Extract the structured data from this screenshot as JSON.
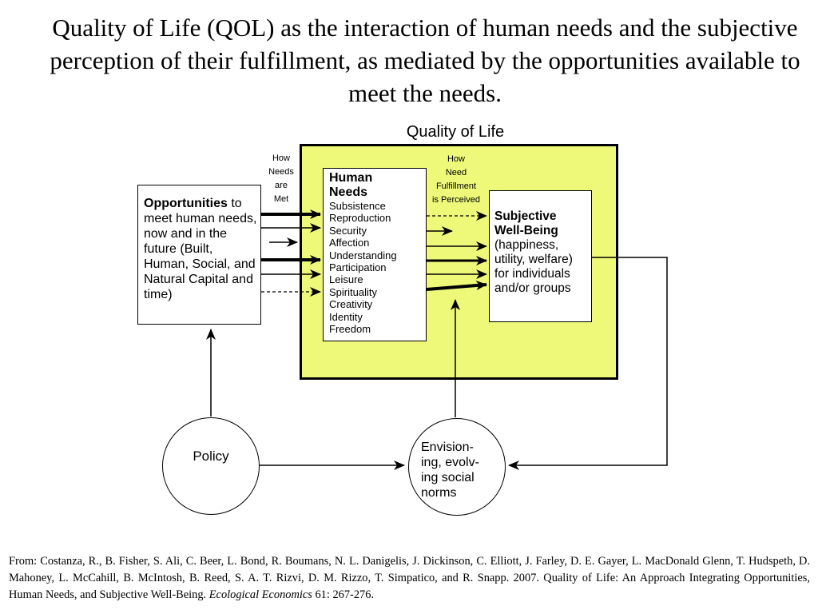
{
  "title": "Quality of Life (QOL) as the interaction of human needs and the subjective perception of their fulfillment, as mediated by the opportunities available to meet the needs.",
  "qol_label": "Quality of Life",
  "opportunities": {
    "heading": "Opportunities",
    "body": "to meet human needs, now and in the future (Built, Human, Social, and Natural Capital and time)"
  },
  "how_needs_met": [
    "How",
    "Needs",
    "are",
    "Met"
  ],
  "human_needs": {
    "heading_line1": "Human",
    "heading_line2": "Needs",
    "items": [
      "Subsistence",
      "Reproduction",
      "Security",
      "Affection",
      "Understanding",
      "Participation",
      "Leisure",
      "Spirituality",
      "Creativity",
      "Identity",
      "Freedom"
    ]
  },
  "how_need_fulfillment": [
    "How",
    "Need",
    "Fulfillment",
    "is Perceived"
  ],
  "subjective_wellbeing": {
    "heading_line1": "Subjective",
    "heading_line2": "Well-Being",
    "body": "(happiness, utility, welfare) for individuals and/or groups"
  },
  "policy": "Policy",
  "envisioning": [
    "Envision-",
    "ing, evolv-",
    "ing social",
    "norms"
  ],
  "citation": {
    "text": "From: Costanza, R., B. Fisher, S. Ali, C. Beer, L. Bond, R. Boumans, N. L. Danigelis, J. Dickinson, C. Elliott, J. Farley, D. E. Gayer, L. MacDonald Glenn, T. Hudspeth, D. Mahoney, L. McCahill, B. McIntosh, B. Reed, S. A. T. Rizvi, D. M. Rizzo, T. Simpatico, and R. Snapp. 2007. Quality of Life: An Approach Integrating Opportunities, Human Needs, and Subjective Well-Being. ",
    "journal": "Ecological Economics",
    "pages": " 61: 267-276."
  },
  "colors": {
    "qol_background": "#eef97a",
    "line": "#000000"
  }
}
